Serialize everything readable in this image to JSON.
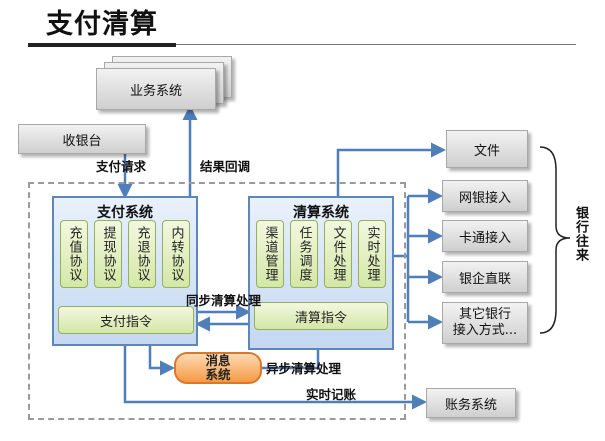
{
  "title": "支付清算",
  "nodes": {
    "business_system": "业务系统",
    "cashier": "收银台",
    "payment_system": "支付系统",
    "payment_protocols": [
      "充值协议",
      "提现协议",
      "充退协议",
      "内转协议"
    ],
    "payment_instruction": "支付指令",
    "clearing_system": "清算系统",
    "clearing_modules": [
      "渠道管理",
      "任务调度",
      "文件处理",
      "实时处理"
    ],
    "clearing_instruction": "清算指令",
    "message_system": "消息\n系统",
    "accounting_system": "账务系统",
    "file": "文件",
    "bank_channels": [
      "网银接入",
      "卡通接入",
      "银企直联",
      "其它银行\n接入方式..."
    ],
    "bank_exchange": "银行往来"
  },
  "edges": {
    "payment_request": "支付请求",
    "result_callback": "结果回调",
    "sync_clearing": "同步清算处理",
    "async_clearing": "异步清算处理",
    "realtime_booking": "实时记账"
  }
}
